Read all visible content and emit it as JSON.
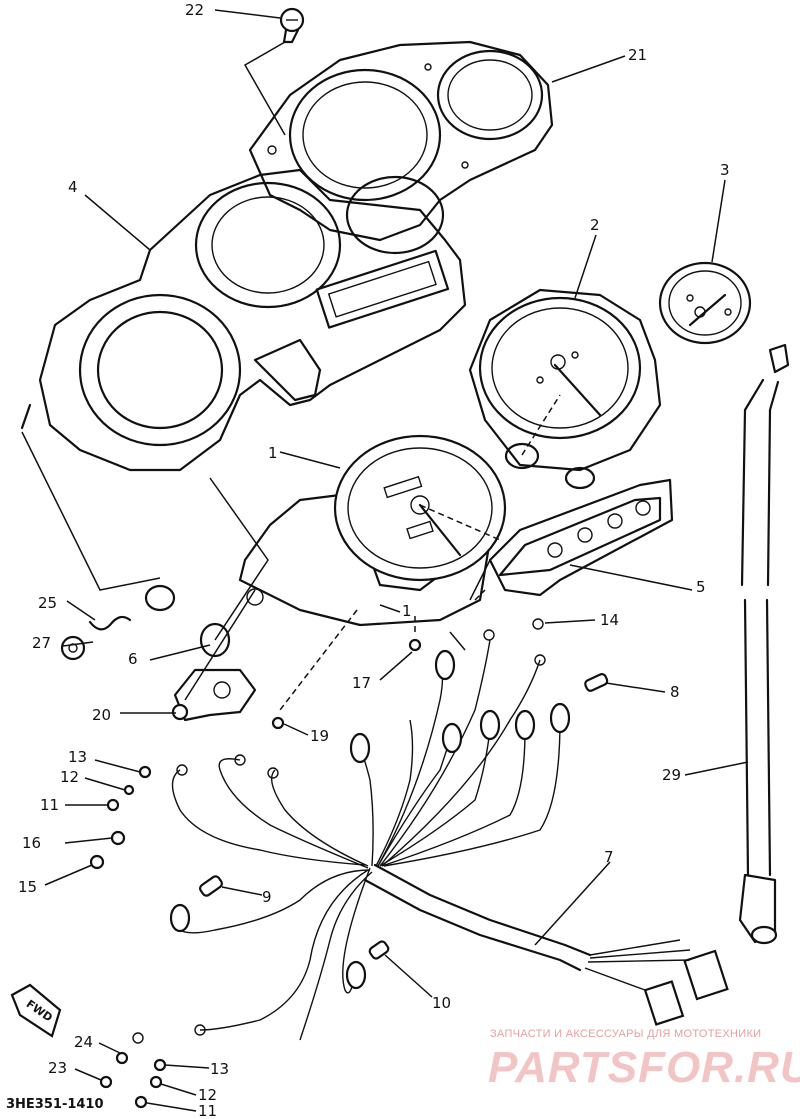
{
  "callouts": [
    {
      "id": "c22",
      "text": "22"
    },
    {
      "id": "c21",
      "text": "21"
    },
    {
      "id": "c4",
      "text": "4"
    },
    {
      "id": "c3",
      "text": "3"
    },
    {
      "id": "c2",
      "text": "2"
    },
    {
      "id": "c1a",
      "text": "1"
    },
    {
      "id": "c5",
      "text": "5"
    },
    {
      "id": "c25",
      "text": "25"
    },
    {
      "id": "c27",
      "text": "27"
    },
    {
      "id": "c6",
      "text": "6"
    },
    {
      "id": "c1b",
      "text": "1"
    },
    {
      "id": "c14",
      "text": "14"
    },
    {
      "id": "c17",
      "text": "17"
    },
    {
      "id": "c8",
      "text": "8"
    },
    {
      "id": "c20",
      "text": "20"
    },
    {
      "id": "c19",
      "text": "19"
    },
    {
      "id": "c13a",
      "text": "13"
    },
    {
      "id": "c12a",
      "text": "12"
    },
    {
      "id": "c11a",
      "text": "11"
    },
    {
      "id": "c16",
      "text": "16"
    },
    {
      "id": "c29",
      "text": "29"
    },
    {
      "id": "c15",
      "text": "15"
    },
    {
      "id": "c7",
      "text": "7"
    },
    {
      "id": "c9",
      "text": "9"
    },
    {
      "id": "c10",
      "text": "10"
    },
    {
      "id": "c24",
      "text": "24"
    },
    {
      "id": "c13b",
      "text": "13"
    },
    {
      "id": "c23",
      "text": "23"
    },
    {
      "id": "c12b",
      "text": "12"
    },
    {
      "id": "c11b",
      "text": "11"
    }
  ],
  "fwd_label": "FWD",
  "drawing_code": "3HE351-1410",
  "watermark": {
    "small": "ЗАПЧАСТИ И АКСЕССУАРЫ ДЛЯ МОТОТЕХНИКИ",
    "big": "PARTSFOR.RU"
  },
  "colors": {
    "line": "#111111",
    "background": "#ffffff",
    "watermark_small": "#e6a0a0",
    "watermark_big": "#f2c4c4"
  }
}
